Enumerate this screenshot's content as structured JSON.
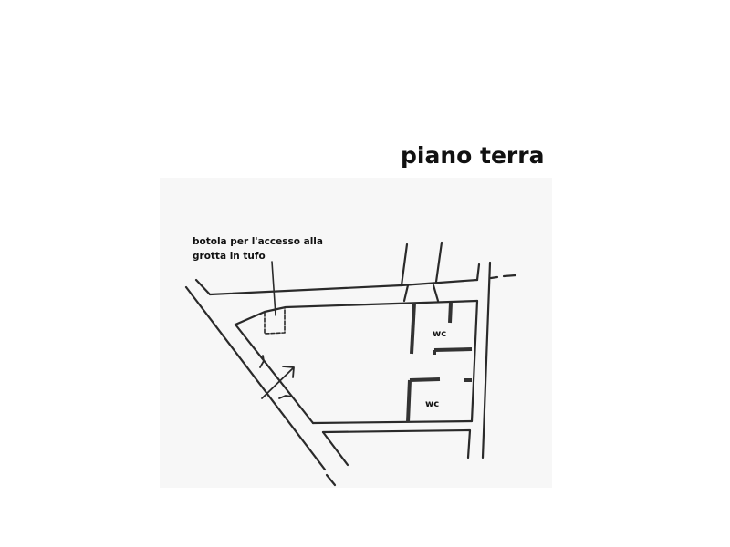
{
  "title": "piano terra",
  "annotation": {
    "line1": "botola per l'accesso alla",
    "line2": "grotta in tufo"
  },
  "rooms": [
    {
      "label": "wc"
    },
    {
      "label": "wc"
    }
  ],
  "colors": {
    "line": "#2a2a2a",
    "background": "#ffffff",
    "text": "#111111"
  },
  "icons": {
    "entrance": "entrance-arrow-icon",
    "hatch": "hatch-square-icon"
  }
}
